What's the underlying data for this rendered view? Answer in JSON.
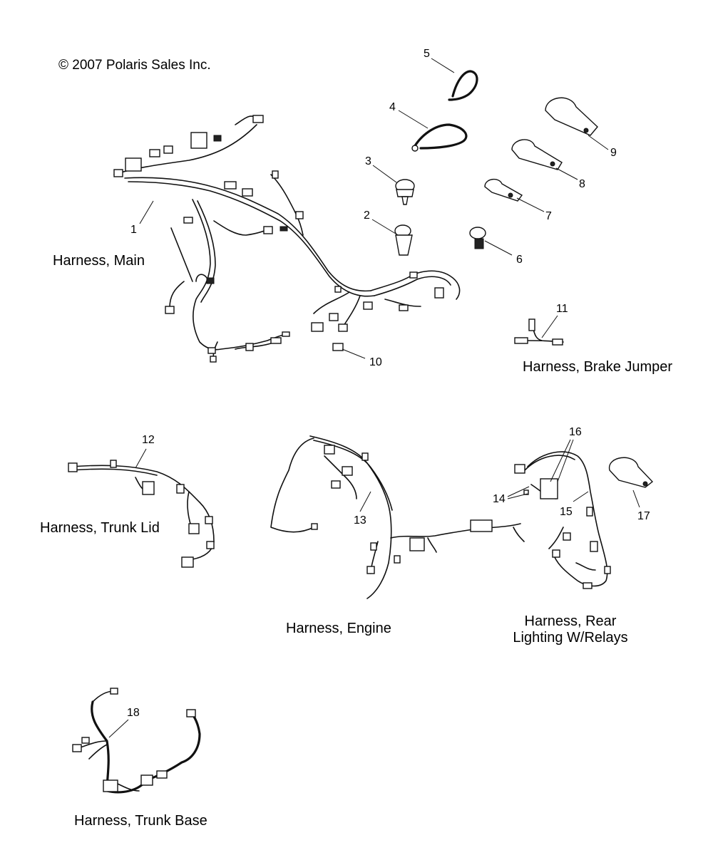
{
  "copyright": "© 2007 Polaris Sales Inc.",
  "parts": [
    {
      "num": "1",
      "label": "Harness, Main"
    },
    {
      "num": "2"
    },
    {
      "num": "3"
    },
    {
      "num": "4"
    },
    {
      "num": "5"
    },
    {
      "num": "6"
    },
    {
      "num": "7"
    },
    {
      "num": "8"
    },
    {
      "num": "9"
    },
    {
      "num": "10"
    },
    {
      "num": "11",
      "label": "Harness, Brake Jumper"
    },
    {
      "num": "12",
      "label": "Harness, Trunk Lid"
    },
    {
      "num": "13",
      "label": "Harness, Engine"
    },
    {
      "num": "14"
    },
    {
      "num": "15",
      "label": "Harness, Rear Lighting W/Relays",
      "label_line1": "Harness, Rear",
      "label_line2": "Lighting W/Relays"
    },
    {
      "num": "16"
    },
    {
      "num": "17"
    },
    {
      "num": "18",
      "label": "Harness, Trunk Base"
    }
  ]
}
